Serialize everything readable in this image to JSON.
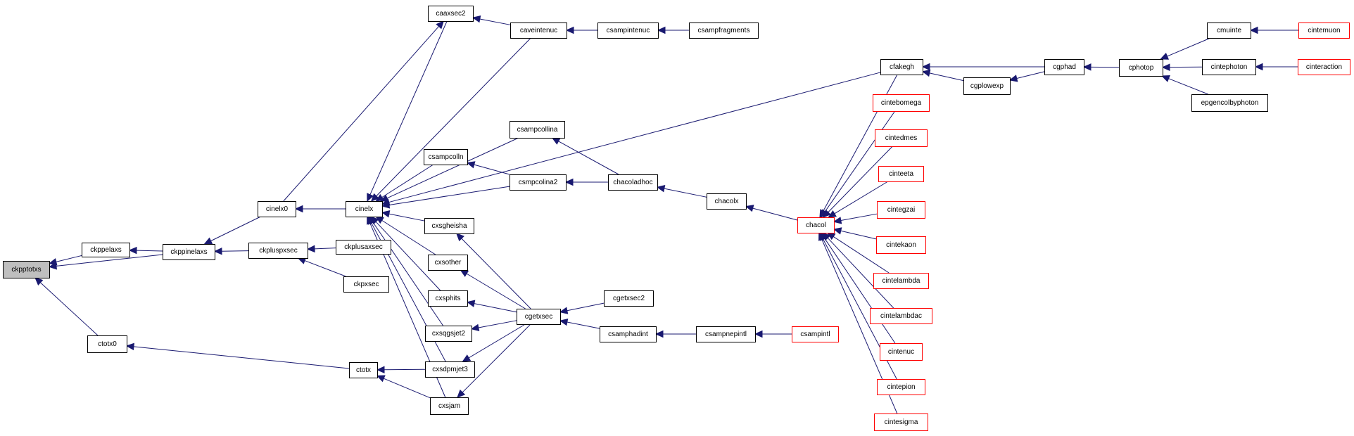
{
  "graph": {
    "title": "",
    "colors": {
      "edge": "#191970",
      "truncated_border": "#ff0000",
      "root_fill": "#bfbfbf",
      "node_border": "#000000"
    },
    "nodes": [
      {
        "id": "ckpptotxs",
        "label": "ckpptotxs",
        "style": "root"
      },
      {
        "id": "ckppelaxs",
        "label": "ckppelaxs",
        "style": "normal"
      },
      {
        "id": "ckppinelaxs",
        "label": "ckppinelaxs",
        "style": "normal"
      },
      {
        "id": "ctotx0",
        "label": "ctotx0",
        "style": "normal"
      },
      {
        "id": "cinelx0",
        "label": "cinelx0",
        "style": "normal"
      },
      {
        "id": "ckpluspxsec",
        "label": "ckpluspxsec",
        "style": "normal"
      },
      {
        "id": "ckplusaxsec",
        "label": "ckplusaxsec",
        "style": "normal"
      },
      {
        "id": "ckpxsec",
        "label": "ckpxsec",
        "style": "normal"
      },
      {
        "id": "cinelx",
        "label": "cinelx",
        "style": "normal"
      },
      {
        "id": "ctotx",
        "label": "ctotx",
        "style": "normal"
      },
      {
        "id": "caaxsec2",
        "label": "caaxsec2",
        "style": "normal"
      },
      {
        "id": "caveintenuc",
        "label": "caveintenuc",
        "style": "normal"
      },
      {
        "id": "csampintenuc",
        "label": "csampintenuc",
        "style": "normal"
      },
      {
        "id": "csampfragments",
        "label": "csampfragments",
        "style": "normal"
      },
      {
        "id": "csampcollina",
        "label": "csampcollina",
        "style": "normal"
      },
      {
        "id": "csampcolln",
        "label": "csampcolln",
        "style": "normal"
      },
      {
        "id": "csmpcolina2",
        "label": "csmpcolina2",
        "style": "normal"
      },
      {
        "id": "chacoladhoc",
        "label": "chacoladhoc",
        "style": "normal"
      },
      {
        "id": "chacolx",
        "label": "chacolx",
        "style": "normal"
      },
      {
        "id": "chacol",
        "label": "chacol",
        "style": "red"
      },
      {
        "id": "cxsgheisha",
        "label": "cxsgheisha",
        "style": "normal"
      },
      {
        "id": "cxsother",
        "label": "cxsother",
        "style": "normal"
      },
      {
        "id": "cxsphits",
        "label": "cxsphits",
        "style": "normal"
      },
      {
        "id": "cxsqgsjet2",
        "label": "cxsqgsjet2",
        "style": "normal"
      },
      {
        "id": "cxsdpmjet3",
        "label": "cxsdpmjet3",
        "style": "normal"
      },
      {
        "id": "cxsjam",
        "label": "cxsjam",
        "style": "normal"
      },
      {
        "id": "cgetxsec",
        "label": "cgetxsec",
        "style": "normal"
      },
      {
        "id": "cgetxsec2",
        "label": "cgetxsec2",
        "style": "normal"
      },
      {
        "id": "csamphadint",
        "label": "csamphadint",
        "style": "normal"
      },
      {
        "id": "csampnepintl",
        "label": "csampnepintl",
        "style": "normal"
      },
      {
        "id": "csampintl",
        "label": "csampintl",
        "style": "red"
      },
      {
        "id": "cfakegh",
        "label": "cfakegh",
        "style": "normal"
      },
      {
        "id": "cgplowexp",
        "label": "cgplowexp",
        "style": "normal"
      },
      {
        "id": "cgphad",
        "label": "cgphad",
        "style": "normal"
      },
      {
        "id": "cphotop",
        "label": "cphotop",
        "style": "normal"
      },
      {
        "id": "cmuinte",
        "label": "cmuinte",
        "style": "normal"
      },
      {
        "id": "cintemuon",
        "label": "cintemuon",
        "style": "red"
      },
      {
        "id": "cintephoton",
        "label": "cintephoton",
        "style": "normal"
      },
      {
        "id": "cinteraction",
        "label": "cinteraction",
        "style": "red"
      },
      {
        "id": "epgencolbyphoton",
        "label": "epgencolbyphoton",
        "style": "normal"
      },
      {
        "id": "cintebomega",
        "label": "cintebomega",
        "style": "red"
      },
      {
        "id": "cintedmes",
        "label": "cintedmes",
        "style": "red"
      },
      {
        "id": "cinteeta",
        "label": "cinteeta",
        "style": "red"
      },
      {
        "id": "cintegzai",
        "label": "cintegzai",
        "style": "red"
      },
      {
        "id": "cintekaon",
        "label": "cintekaon",
        "style": "red"
      },
      {
        "id": "cintelambda",
        "label": "cintelambda",
        "style": "red"
      },
      {
        "id": "cintelambdac",
        "label": "cintelambdac",
        "style": "red"
      },
      {
        "id": "cintenuc",
        "label": "cintenuc",
        "style": "red"
      },
      {
        "id": "cintepion",
        "label": "cintepion",
        "style": "red"
      },
      {
        "id": "cintesigma",
        "label": "cintesigma",
        "style": "red"
      }
    ],
    "edges": [
      {
        "from": "ckpptotxs",
        "to": "ckppelaxs"
      },
      {
        "from": "ckpptotxs",
        "to": "ckppinelaxs"
      },
      {
        "from": "ckpptotxs",
        "to": "ctotx0"
      },
      {
        "from": "ckppelaxs",
        "to": "ckppinelaxs"
      },
      {
        "from": "ckppinelaxs",
        "to": "cinelx0"
      },
      {
        "from": "ckppinelaxs",
        "to": "ckpluspxsec"
      },
      {
        "from": "ckpluspxsec",
        "to": "ckplusaxsec"
      },
      {
        "from": "ckpluspxsec",
        "to": "ckpxsec"
      },
      {
        "from": "cinelx0",
        "to": "cinelx"
      },
      {
        "from": "caaxsec2",
        "to": "cinelx0"
      },
      {
        "from": "ctotx0",
        "to": "ctotx"
      },
      {
        "from": "caaxsec2",
        "to": "caveintenuc"
      },
      {
        "from": "caveintenuc",
        "to": "csampintenuc"
      },
      {
        "from": "csampintenuc",
        "to": "csampfragments"
      },
      {
        "from": "cinelx",
        "to": "caaxsec2"
      },
      {
        "from": "cinelx",
        "to": "caveintenuc"
      },
      {
        "from": "cinelx",
        "to": "cfakegh"
      },
      {
        "from": "cinelx",
        "to": "csampcollina"
      },
      {
        "from": "cinelx",
        "to": "csampcolln"
      },
      {
        "from": "cinelx",
        "to": "csmpcolina2"
      },
      {
        "from": "cinelx",
        "to": "cxsgheisha"
      },
      {
        "from": "cinelx",
        "to": "cxsother"
      },
      {
        "from": "cinelx",
        "to": "cxsphits"
      },
      {
        "from": "cinelx",
        "to": "cxsqgsjet2"
      },
      {
        "from": "cinelx",
        "to": "cxsdpmjet3"
      },
      {
        "from": "cinelx",
        "to": "cxsjam"
      },
      {
        "from": "ctotx",
        "to": "cxsdpmjet3"
      },
      {
        "from": "ctotx",
        "to": "cxsjam"
      },
      {
        "from": "csampcolln",
        "to": "csmpcolina2"
      },
      {
        "from": "csmpcolina2",
        "to": "chacoladhoc"
      },
      {
        "from": "csampcollina",
        "to": "chacoladhoc"
      },
      {
        "from": "chacoladhoc",
        "to": "chacolx"
      },
      {
        "from": "chacolx",
        "to": "chacol"
      },
      {
        "from": "cxsgheisha",
        "to": "cgetxsec"
      },
      {
        "from": "cxsother",
        "to": "cgetxsec"
      },
      {
        "from": "cxsphits",
        "to": "cgetxsec"
      },
      {
        "from": "cxsqgsjet2",
        "to": "cgetxsec"
      },
      {
        "from": "cxsdpmjet3",
        "to": "cgetxsec"
      },
      {
        "from": "cxsjam",
        "to": "cgetxsec"
      },
      {
        "from": "cgetxsec",
        "to": "cgetxsec2"
      },
      {
        "from": "cgetxsec",
        "to": "csamphadint"
      },
      {
        "from": "csamphadint",
        "to": "csampnepintl"
      },
      {
        "from": "csampnepintl",
        "to": "csampintl"
      },
      {
        "from": "cfakegh",
        "to": "cgphad"
      },
      {
        "from": "cfakegh",
        "to": "cgplowexp"
      },
      {
        "from": "cgplowexp",
        "to": "cgphad"
      },
      {
        "from": "cgphad",
        "to": "cphotop"
      },
      {
        "from": "cphotop",
        "to": "cmuinte"
      },
      {
        "from": "cphotop",
        "to": "cintephoton"
      },
      {
        "from": "cphotop",
        "to": "epgencolbyphoton"
      },
      {
        "from": "cmuinte",
        "to": "cintemuon"
      },
      {
        "from": "cintephoton",
        "to": "cinteraction"
      },
      {
        "from": "chacol",
        "to": "cfakegh"
      },
      {
        "from": "chacol",
        "to": "cintebomega"
      },
      {
        "from": "chacol",
        "to": "cintedmes"
      },
      {
        "from": "chacol",
        "to": "cinteeta"
      },
      {
        "from": "chacol",
        "to": "cintegzai"
      },
      {
        "from": "chacol",
        "to": "cintekaon"
      },
      {
        "from": "chacol",
        "to": "cintelambda"
      },
      {
        "from": "chacol",
        "to": "cintelambdac"
      },
      {
        "from": "chacol",
        "to": "cintenuc"
      },
      {
        "from": "chacol",
        "to": "cintepion"
      },
      {
        "from": "chacol",
        "to": "cintesigma"
      }
    ]
  }
}
